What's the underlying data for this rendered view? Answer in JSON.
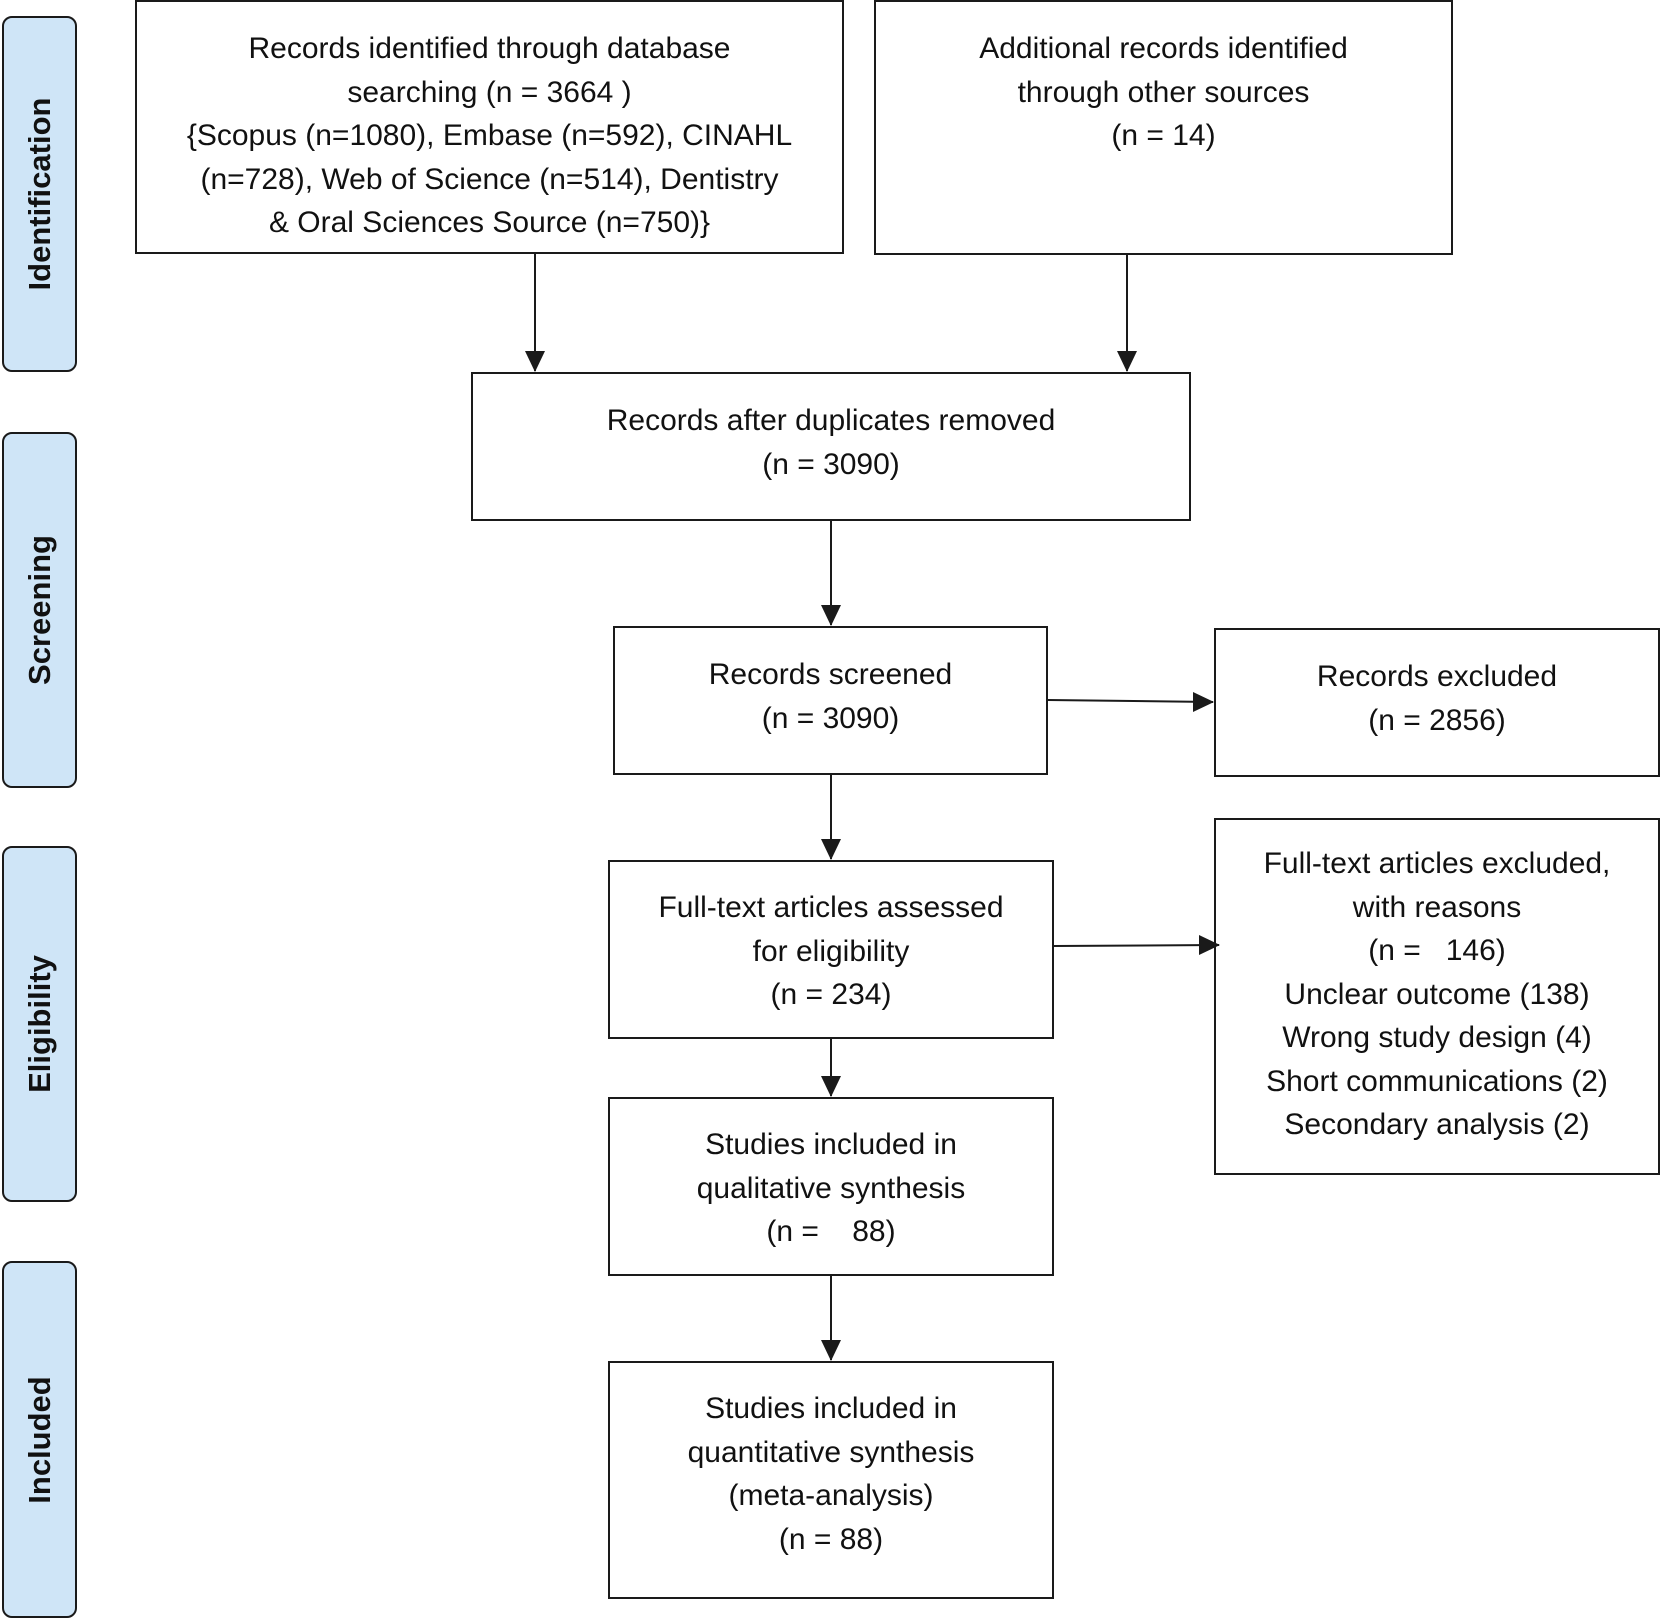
{
  "phases": {
    "identification": "Identification",
    "screening": "Screening",
    "eligibility": "Eligibility",
    "included": "Included"
  },
  "boxes": {
    "database_search": {
      "lines": [
        "Records identified through database",
        "searching (n = 3664 )",
        "{Scopus (n=1080), Embase (n=592), CINAHL",
        "(n=728), Web of Science (n=514), Dentistry",
        "& Oral Sciences Source (n=750)}"
      ]
    },
    "other_sources": {
      "lines": [
        "Additional records identified",
        "through other sources",
        "(n = 14)"
      ]
    },
    "duplicates_removed": {
      "lines": [
        "Records after duplicates removed",
        "(n = 3090)"
      ]
    },
    "records_screened": {
      "lines": [
        "Records screened",
        "(n = 3090)"
      ]
    },
    "records_excluded": {
      "lines": [
        "Records excluded",
        "(n = 2856)"
      ]
    },
    "fulltext_assessed": {
      "lines": [
        "Full-text articles assessed",
        "for eligibility",
        "(n = 234)"
      ]
    },
    "fulltext_excluded": {
      "lines": [
        "Full-text articles excluded,",
        "with reasons",
        "(n =   146)",
        "Unclear outcome (138)",
        "Wrong study design (4)",
        "Short communications (2)",
        "Secondary analysis (2)"
      ]
    },
    "qualitative": {
      "lines": [
        "Studies included in",
        "qualitative synthesis",
        "(n =    88)"
      ]
    },
    "quantitative": {
      "lines": [
        "Studies included in",
        "quantitative synthesis",
        "(meta-analysis)",
        "(n = 88)"
      ]
    }
  },
  "colors": {
    "phase_fill": "#cfe5f7",
    "border": "#1a1a1a"
  }
}
